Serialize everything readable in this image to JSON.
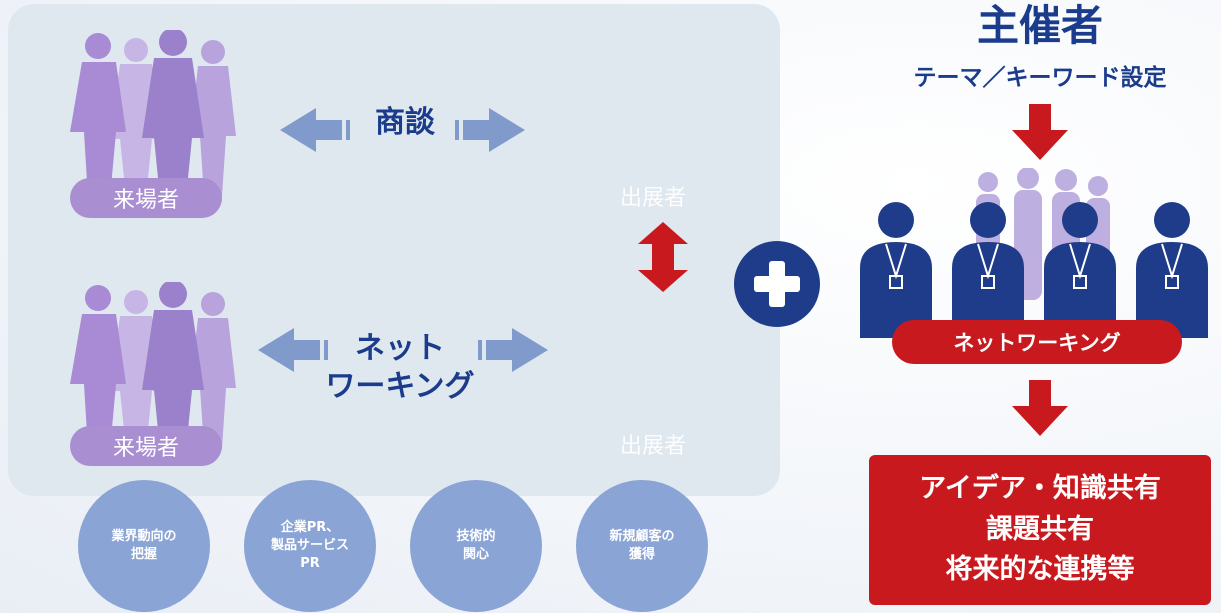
{
  "left_panel": {
    "visitor_label_top": "来場者",
    "visitor_label_bottom": "来場者",
    "exhibitor_label_top": "出展者",
    "exhibitor_label_bottom": "出展者",
    "business_talk_label": "商談",
    "networking_line1": "ネット",
    "networking_line2": "ワーキング"
  },
  "purpose_circles": [
    {
      "text": "業界動向の\n把握"
    },
    {
      "text": "企業PR、\n製品サービス\nPR"
    },
    {
      "text": "技術的\n関心"
    },
    {
      "text": "新規顧客の\n獲得"
    }
  ],
  "organizer": {
    "title": "主催者",
    "subtitle": "テーマ／キーワード設定",
    "networking_badge": "ネットワーキング",
    "result_line1": "アイデア・知識共有",
    "result_line2": "課題共有",
    "result_line3": "将来的な連携等"
  },
  "icons": {
    "plus": "plus-icon",
    "arrows": "double-headed-arrow-icon",
    "down_arrow": "red-down-arrow-icon"
  },
  "colors": {
    "primary_blue": "#1b3c8c",
    "red": "#c8191e",
    "visitor_purple": "#a98ed1",
    "circle_blue": "#8ba4d6",
    "panel_bg": "#dfe8ee"
  }
}
